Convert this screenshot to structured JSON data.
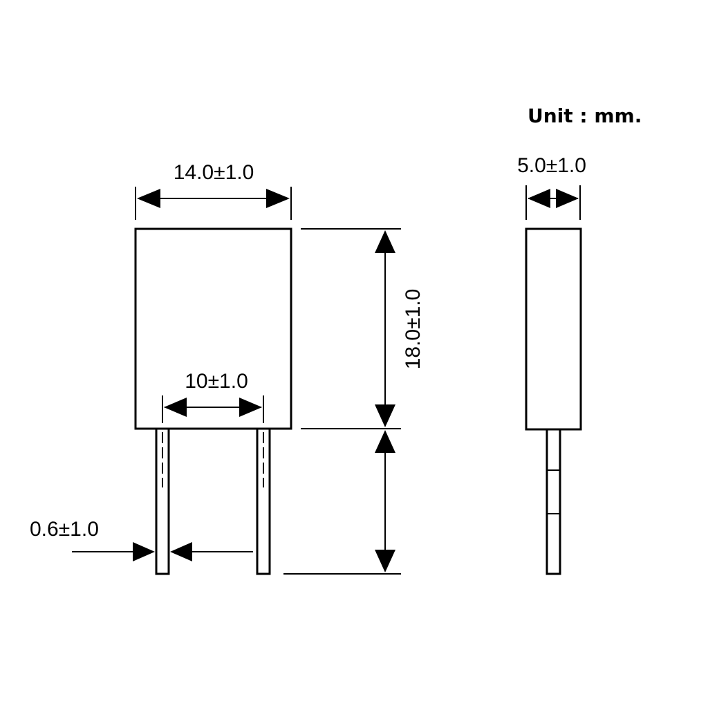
{
  "unit_label": "Unit : mm.",
  "dimensions": {
    "body_width": "14.0±1.0",
    "body_height": "18.0±1.0",
    "lead_pitch": "10±1.0",
    "lead_diameter": "0.6±1.0",
    "body_thickness": "5.0±1.0"
  },
  "colors": {
    "line": "#000000",
    "background": "#ffffff"
  }
}
